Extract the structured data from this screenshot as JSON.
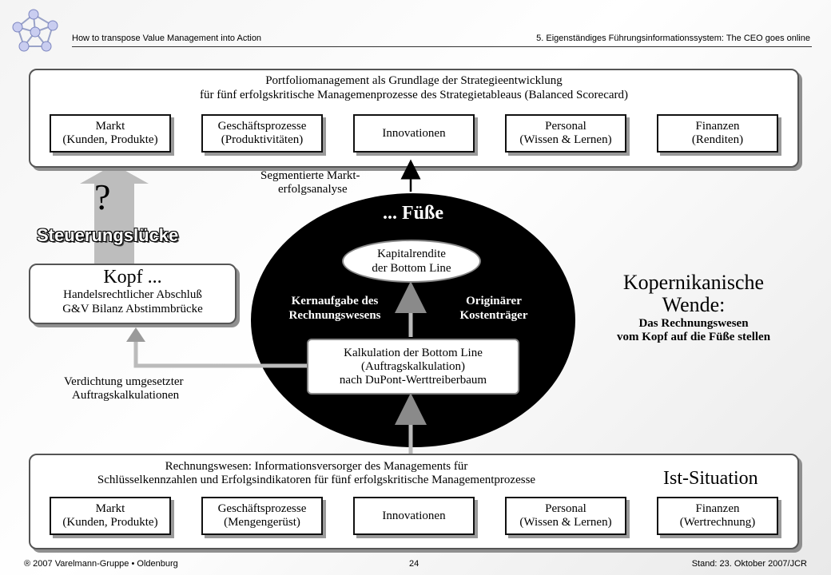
{
  "header": {
    "left": "How to transpose Value Management into Action",
    "right": "5. Eigenständiges Führungsinformationssystem: The CEO goes online"
  },
  "top_panel": {
    "title_line1": "Portfoliomanagement als Grundlage der Strategieentwicklung",
    "title_line2": "für fünf erfolgskritische Managemenprozesse des Strategietableaus (Balanced Scorecard)",
    "boxes": [
      {
        "line1": "Markt",
        "line2": "(Kunden, Produkte)"
      },
      {
        "line1": "Geschäftsprozesse",
        "line2": "(Produktivitäten)"
      },
      {
        "line1": "Innovationen",
        "line2": ""
      },
      {
        "line1": "Personal",
        "line2": "(Wissen & Lernen)"
      },
      {
        "line1": "Finanzen",
        "line2": "(Renditen)"
      }
    ]
  },
  "segment_label": {
    "line1": "Segmentierte Markt-",
    "line2": "erfolgsanalyse"
  },
  "question_mark": "?",
  "steuerung": "Steuerungslücke",
  "kopf": {
    "title": "Kopf ...",
    "line1": "Handelsrechtlicher Abschluß",
    "line2": "G&V   Bilanz   Abstimmbrücke"
  },
  "verdichtung": {
    "line1": "Verdichtung umgesetzter",
    "line2": "Auftragskalkulationen"
  },
  "oval": {
    "title": "... Füße",
    "kapital_line1": "Kapitalrendite",
    "kapital_line2": "der Bottom Line",
    "left_line1": "Kernaufgabe des",
    "left_line2": "Rechnungswesens",
    "right_line1": "Originärer",
    "right_line2": "Kostenträger",
    "kalk_line1": "Kalkulation der Bottom Line",
    "kalk_line2": "(Auftragskalkulation)",
    "kalk_line3": "nach DuPont-Werttreiberbaum"
  },
  "kopernikus": {
    "line1": "Kopernikanische",
    "line2": "Wende:",
    "line3": "Das Rechnungswesen",
    "line4": "vom Kopf auf die Füße stellen"
  },
  "bottom_panel": {
    "title_line1": "Rechnungswesen: Informationsversorger des Managements für",
    "title_line2": "Schlüsselkennzahlen und Erfolgsindikatoren für fünf erfolgskritische Managementprozesse",
    "ist": "Ist-Situation",
    "boxes": [
      {
        "line1": "Markt",
        "line2": "(Kunden, Produkte)"
      },
      {
        "line1": "Geschäftsprozesse",
        "line2": "(Mengengerüst)"
      },
      {
        "line1": "Innovationen",
        "line2": ""
      },
      {
        "line1": "Personal",
        "line2": "(Wissen & Lernen)"
      },
      {
        "line1": "Finanzen",
        "line2": "(Wertrechnung)"
      }
    ]
  },
  "footer": {
    "left": "® 2007 Varelmann-Gruppe • Oldenburg",
    "page": "24",
    "right": "Stand:  23. Oktober 2007/JCR"
  }
}
